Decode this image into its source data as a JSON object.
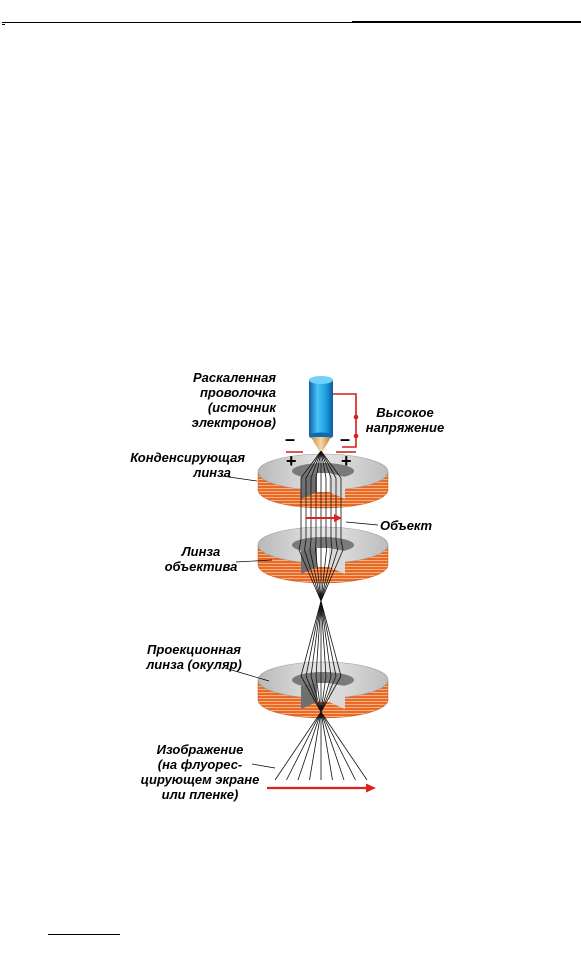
{
  "labels": {
    "filament": [
      "Раскаленная",
      "проволочка",
      "(источник",
      "электронов)"
    ],
    "high_voltage": [
      "Высокое",
      "напряжение"
    ],
    "condenser_lens": [
      "Конденсирующая",
      "линза"
    ],
    "object": "Объект",
    "objective_lens": [
      "Линза",
      "объектива"
    ],
    "projection_lens": [
      "Проекционная",
      "линза (окуляр)"
    ],
    "image": [
      "Изображение",
      "(на флуорес-",
      "цирующем экране",
      "или пленке)"
    ]
  },
  "signs": {
    "minus": "–",
    "plus": "+"
  },
  "colors": {
    "filament_blue": "#1e9fe0",
    "coil_orange": "#e8692a",
    "lens_gray": "#c8c8c8",
    "arrow_red": "#e0201a"
  }
}
